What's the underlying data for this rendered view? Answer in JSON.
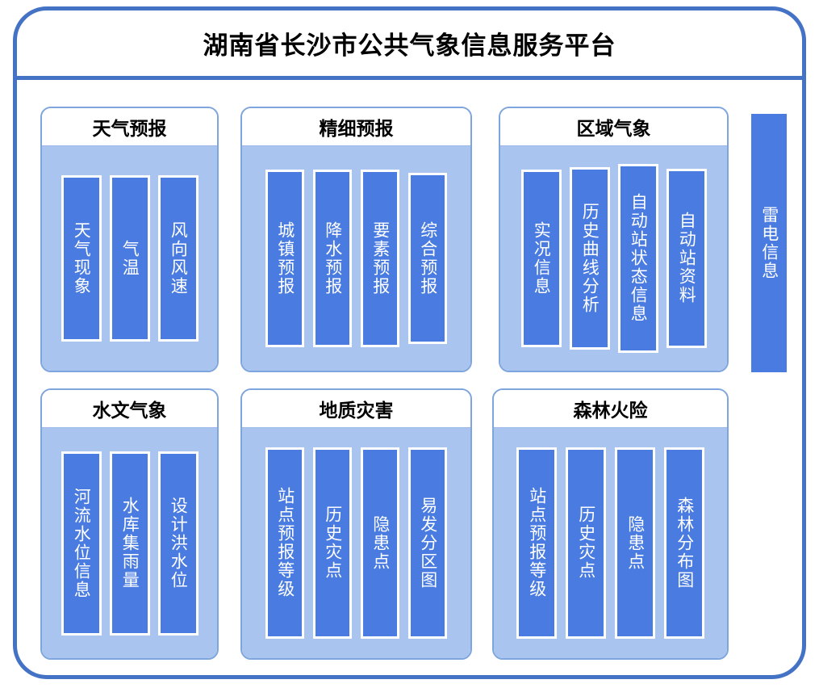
{
  "header": {
    "title": "湖南省长沙市公共气象信息服务平台"
  },
  "colors": {
    "frame_border": "#4472C4",
    "group_border": "#7FA5DE",
    "panel_fill": "#A9C4EE",
    "item_fill": "#4A7BE0",
    "item_border": "#FFFFFF",
    "title_text": "#000000",
    "item_text": "#FFFFFF"
  },
  "groups": [
    {
      "id": "weather-forecast",
      "title": "天气预报",
      "items": [
        {
          "label": "天气现象",
          "height_pct": 74
        },
        {
          "label": "气温",
          "height_pct": 74
        },
        {
          "label": "风向风速",
          "height_pct": 74
        }
      ]
    },
    {
      "id": "fine-forecast",
      "title": "精细预报",
      "items": [
        {
          "label": "城镇预报",
          "height_pct": 79
        },
        {
          "label": "降水预报",
          "height_pct": 79
        },
        {
          "label": "要素预报",
          "height_pct": 79
        },
        {
          "label": "综合预报",
          "height_pct": 76
        }
      ]
    },
    {
      "id": "regional-meteorology",
      "title": "区域气象",
      "items": [
        {
          "label": "实况信息",
          "height_pct": 79
        },
        {
          "label": "历史曲线分析",
          "height_pct": 81
        },
        {
          "label": "自动站状态信息",
          "height_pct": 84
        },
        {
          "label": "自动站资料",
          "height_pct": 80
        }
      ]
    },
    {
      "id": "hydrological-meteorology",
      "title": "水文气象",
      "items": [
        {
          "label": "河流水位信息",
          "height_pct": 80
        },
        {
          "label": "水库集雨量",
          "height_pct": 80
        },
        {
          "label": "设计洪水位",
          "height_pct": 80
        }
      ]
    },
    {
      "id": "geological-disaster",
      "title": "地质灾害",
      "items": [
        {
          "label": "站点预报等级",
          "height_pct": 83
        },
        {
          "label": "历史灾点",
          "height_pct": 83
        },
        {
          "label": "隐患点",
          "height_pct": 83
        },
        {
          "label": "易发分区图",
          "height_pct": 83
        }
      ]
    },
    {
      "id": "forest-fire-risk",
      "title": "森林火险",
      "items": [
        {
          "label": "站点预报等级",
          "height_pct": 83
        },
        {
          "label": "历史灾点",
          "height_pct": 83
        },
        {
          "label": "隐患点",
          "height_pct": 83
        },
        {
          "label": "森林分布图",
          "height_pct": 83
        }
      ]
    }
  ],
  "standalone": {
    "id": "lightning-info",
    "label": "雷电信息"
  }
}
